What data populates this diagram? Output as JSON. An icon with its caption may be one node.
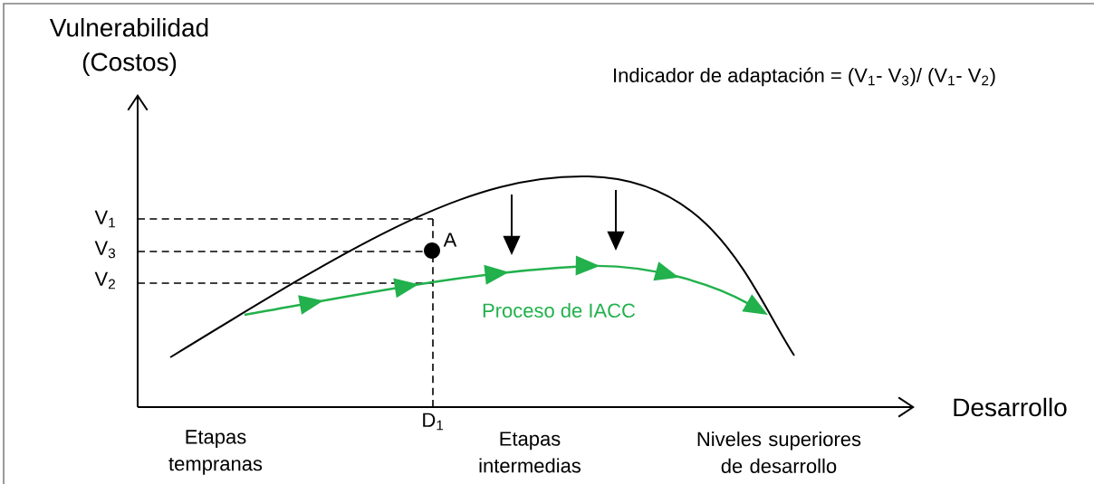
{
  "diagram": {
    "labels": [
      "Vulnerabilidad (Costos)",
      "Indicador de adaptación = (V$_{1}$- V$_{3}$)/ (V$_{1}$- V$_{2}$)",
      "V$_{1}$",
      "V$_{3}$",
      "V$_{2}$",
      "A",
      "Proceso de IACC",
      "Desarrollo",
      "Etapas tempranas",
      "D$_{1}$",
      "Etapas intermedias",
      "Niveles superiores de desarrollo"
    ]
  }
}
